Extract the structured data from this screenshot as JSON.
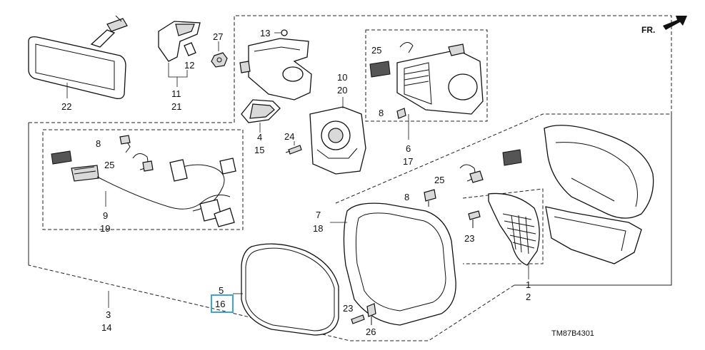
{
  "diagram": {
    "code": "TM87B4301",
    "front_label": "FR.",
    "highlighted": "16",
    "callouts": [
      {
        "id": "c-22",
        "text": "22"
      },
      {
        "id": "c-27",
        "text": "27"
      },
      {
        "id": "c-12",
        "text": "12"
      },
      {
        "id": "c-11",
        "text": "11"
      },
      {
        "id": "c-21",
        "text": "21"
      },
      {
        "id": "c-13",
        "text": "13"
      },
      {
        "id": "c-10",
        "text": "10"
      },
      {
        "id": "c-20",
        "text": "20"
      },
      {
        "id": "c-4",
        "text": "4"
      },
      {
        "id": "c-15",
        "text": "15"
      },
      {
        "id": "c-24",
        "text": "24"
      },
      {
        "id": "c-25a",
        "text": "25"
      },
      {
        "id": "c-8a",
        "text": "8"
      },
      {
        "id": "c-6",
        "text": "6"
      },
      {
        "id": "c-17",
        "text": "17"
      },
      {
        "id": "c-8b",
        "text": "8"
      },
      {
        "id": "c-25b",
        "text": "25"
      },
      {
        "id": "c-9",
        "text": "9"
      },
      {
        "id": "c-19",
        "text": "19"
      },
      {
        "id": "c-25c",
        "text": "25"
      },
      {
        "id": "c-8c",
        "text": "8"
      },
      {
        "id": "c-7",
        "text": "7"
      },
      {
        "id": "c-18",
        "text": "18"
      },
      {
        "id": "c-23a",
        "text": "23"
      },
      {
        "id": "c-1",
        "text": "1"
      },
      {
        "id": "c-2",
        "text": "2"
      },
      {
        "id": "c-5",
        "text": "5"
      },
      {
        "id": "c-16",
        "text": "16"
      },
      {
        "id": "c-3",
        "text": "3"
      },
      {
        "id": "c-14",
        "text": "14"
      },
      {
        "id": "c-23b",
        "text": "23"
      },
      {
        "id": "c-26",
        "text": "26"
      }
    ]
  }
}
